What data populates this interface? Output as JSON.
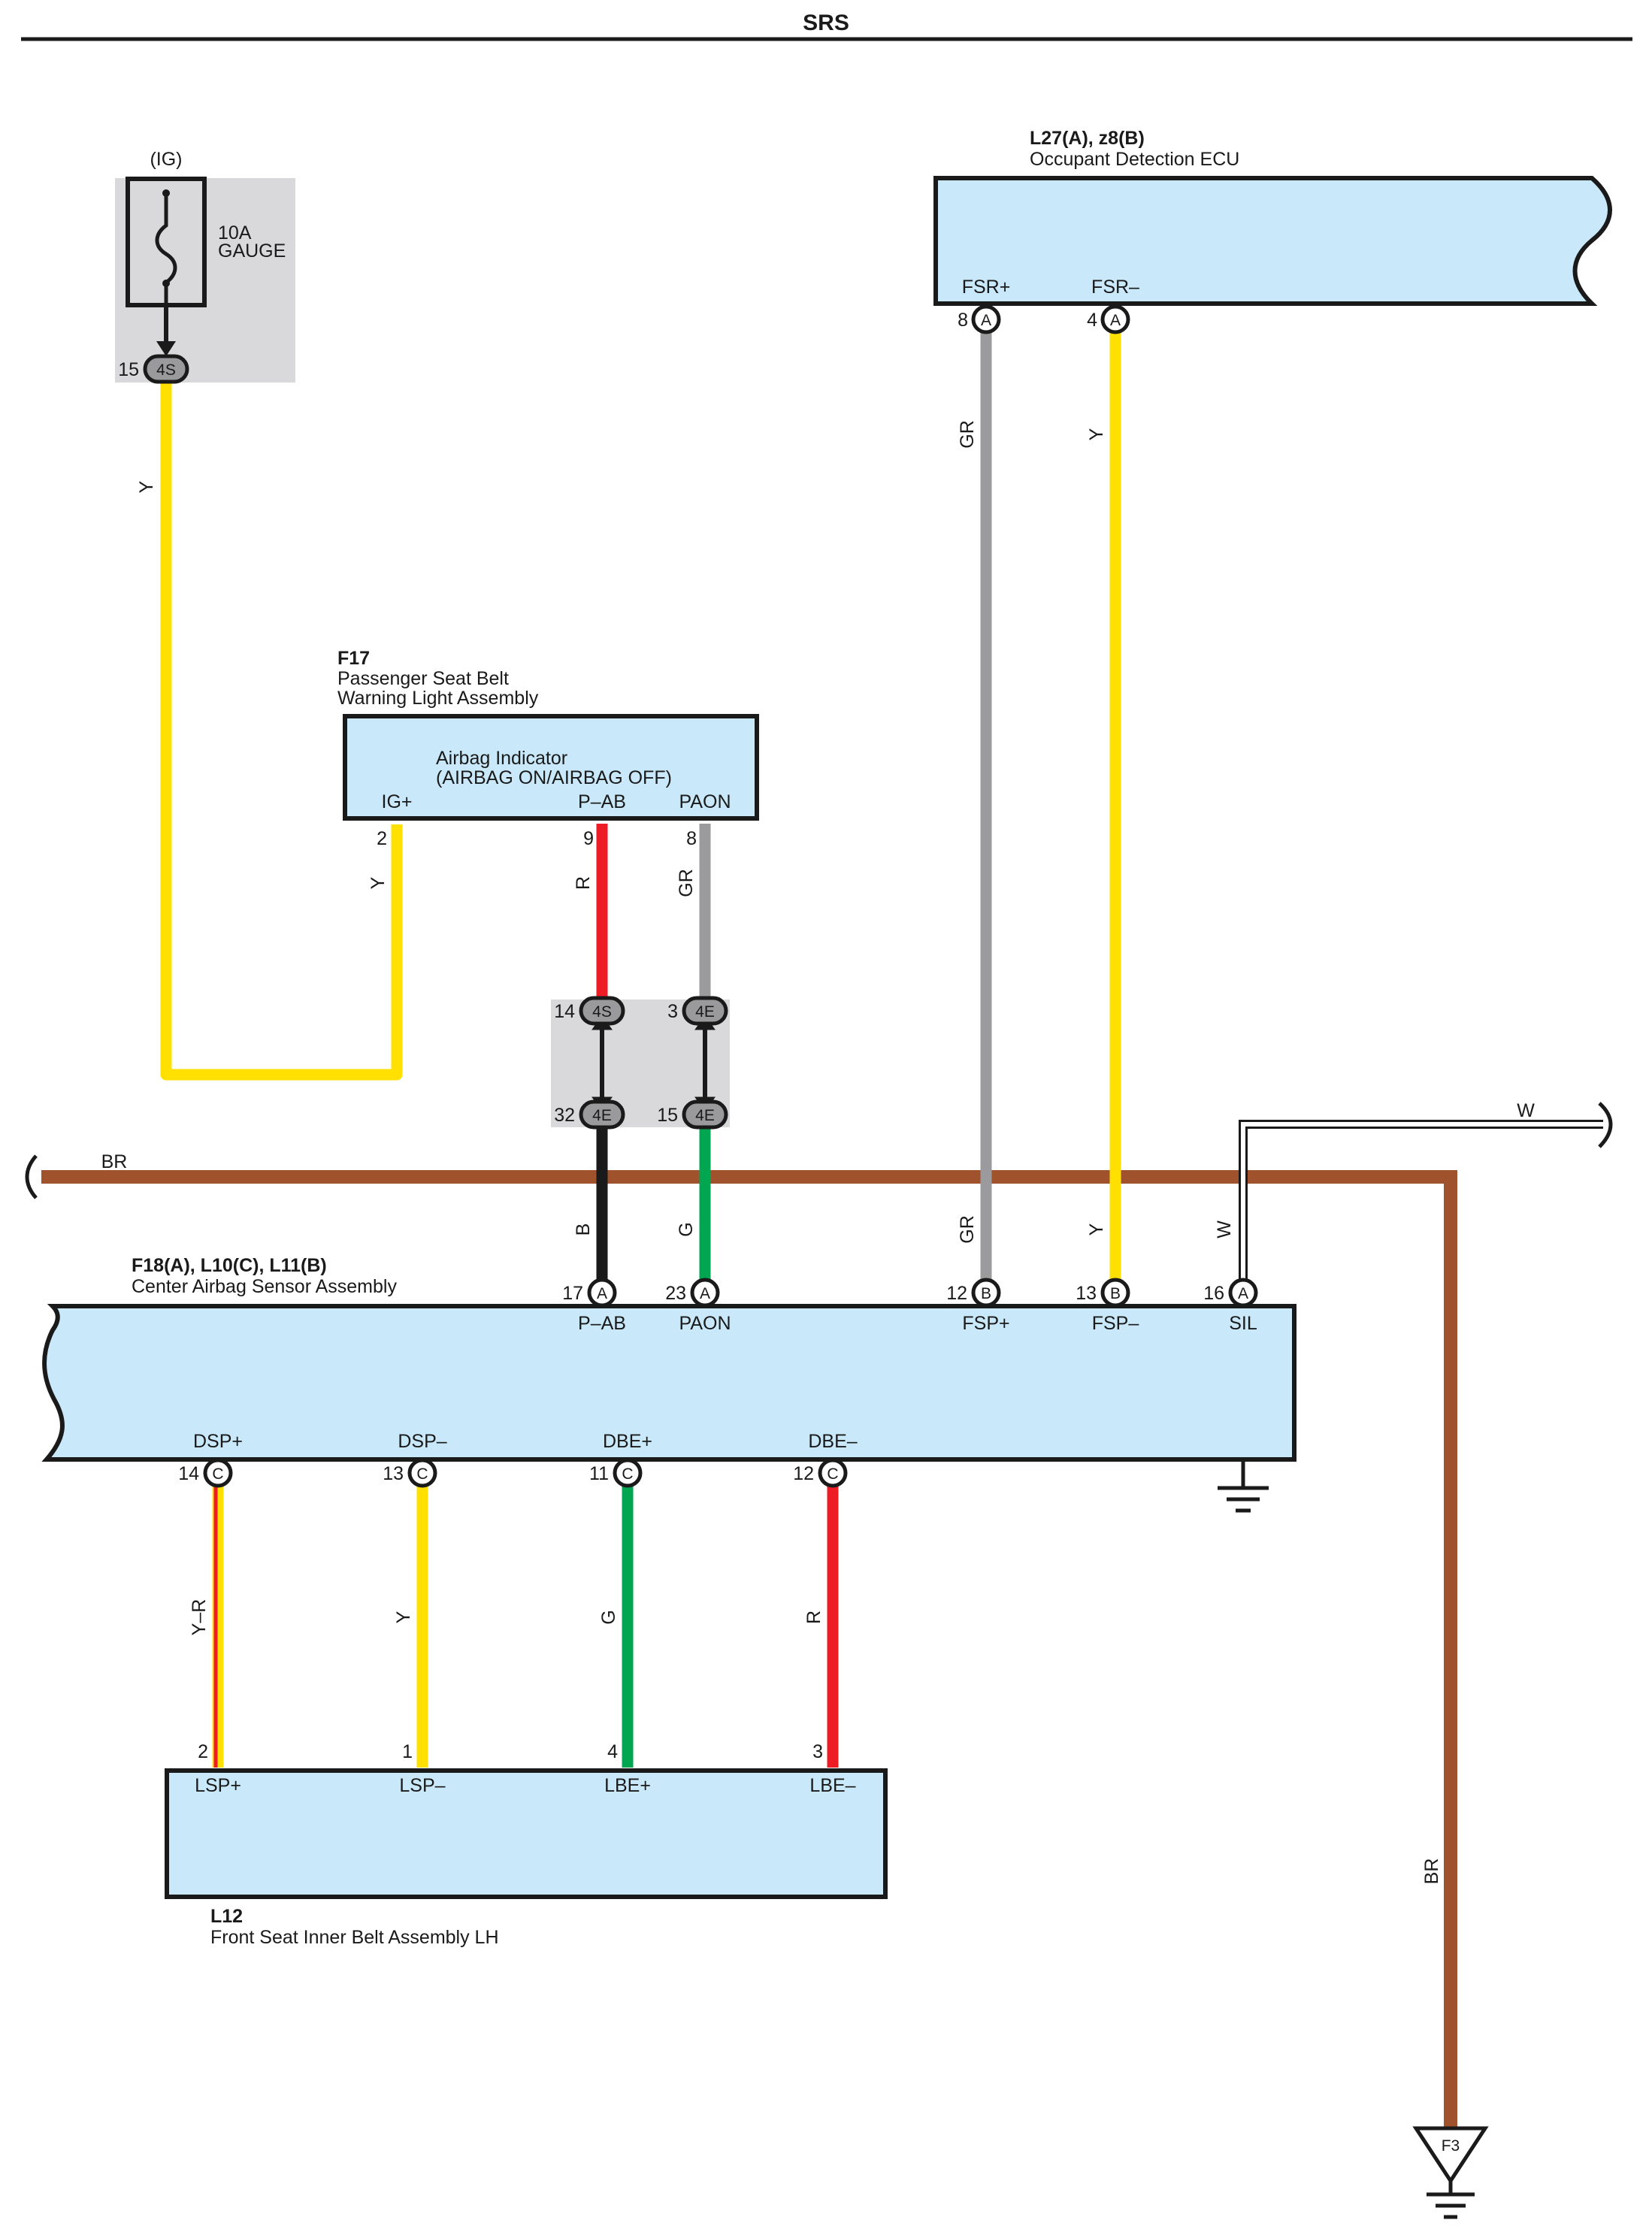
{
  "title": "SRS",
  "colors": {
    "Y": "#ffe000",
    "R": "#ee1c25",
    "GR": "#9b9b9d",
    "B": "#1a1a1a",
    "G": "#00a650",
    "BR": "#a0522d",
    "W": "#ffffff",
    "box_fill": "#c9e9fa",
    "splice_fill": "#d9d9db"
  },
  "fuse": {
    "supply": "(IG)",
    "rating": "10A",
    "name": "GAUGE",
    "pin": "15",
    "connector": "4S"
  },
  "ecu": {
    "code": "L27(A), z8(B)",
    "name": "Occupant Detection ECU",
    "pins": [
      {
        "label": "FSR+",
        "num": "8",
        "conn": "A"
      },
      {
        "label": "FSR–",
        "num": "4",
        "conn": "A"
      }
    ]
  },
  "f17": {
    "code": "F17",
    "name1": "Passenger Seat Belt",
    "name2": "Warning Light Assembly",
    "inner1": "Airbag Indicator",
    "inner2": "(AIRBAG ON/AIRBAG OFF)",
    "pins": [
      {
        "label": "IG+",
        "num": "2"
      },
      {
        "label": "P–AB",
        "num": "9"
      },
      {
        "label": "PAON",
        "num": "8"
      }
    ]
  },
  "junction": [
    {
      "num": "14",
      "conn": "4S"
    },
    {
      "num": "3",
      "conn": "4E"
    },
    {
      "num": "32",
      "conn": "4E"
    },
    {
      "num": "15",
      "conn": "4E"
    }
  ],
  "sensor": {
    "code": "F18(A), L10(C), L11(B)",
    "name": "Center Airbag Sensor Assembly",
    "top_pins": [
      {
        "label": "P–AB",
        "num": "17",
        "conn": "A"
      },
      {
        "label": "PAON",
        "num": "23",
        "conn": "A"
      },
      {
        "label": "FSP+",
        "num": "12",
        "conn": "B"
      },
      {
        "label": "FSP–",
        "num": "13",
        "conn": "B"
      },
      {
        "label": "SIL",
        "num": "16",
        "conn": "A"
      }
    ],
    "bottom_pins": [
      {
        "label": "DSP+",
        "num": "14",
        "conn": "C"
      },
      {
        "label": "DSP–",
        "num": "13",
        "conn": "C"
      },
      {
        "label": "DBE+",
        "num": "11",
        "conn": "C"
      },
      {
        "label": "DBE–",
        "num": "12",
        "conn": "C"
      }
    ]
  },
  "belt": {
    "code": "L12",
    "name": "Front Seat Inner Belt Assembly LH",
    "pins": [
      {
        "label": "LSP+",
        "num": "2"
      },
      {
        "label": "LSP–",
        "num": "1"
      },
      {
        "label": "LBE+",
        "num": "4"
      },
      {
        "label": "LBE–",
        "num": "3"
      }
    ]
  },
  "wires": {
    "fuse_to_ig": "Y",
    "ig_drop": "Y",
    "pab_top": "R",
    "paon_top": "GR",
    "pab_bottom": "B",
    "paon_bottom": "G",
    "fsp_plus": "GR",
    "fsp_minus": "Y",
    "sil": "W",
    "sil_bus": "W",
    "br_bus": "BR",
    "br_drop": "BR",
    "fsr_plus": "GR",
    "fsr_minus": "Y",
    "dsp_plus": "Y–R",
    "dsp_minus": "Y",
    "dbe_plus": "G",
    "dbe_minus": "R"
  },
  "ground": {
    "label": "F3"
  }
}
